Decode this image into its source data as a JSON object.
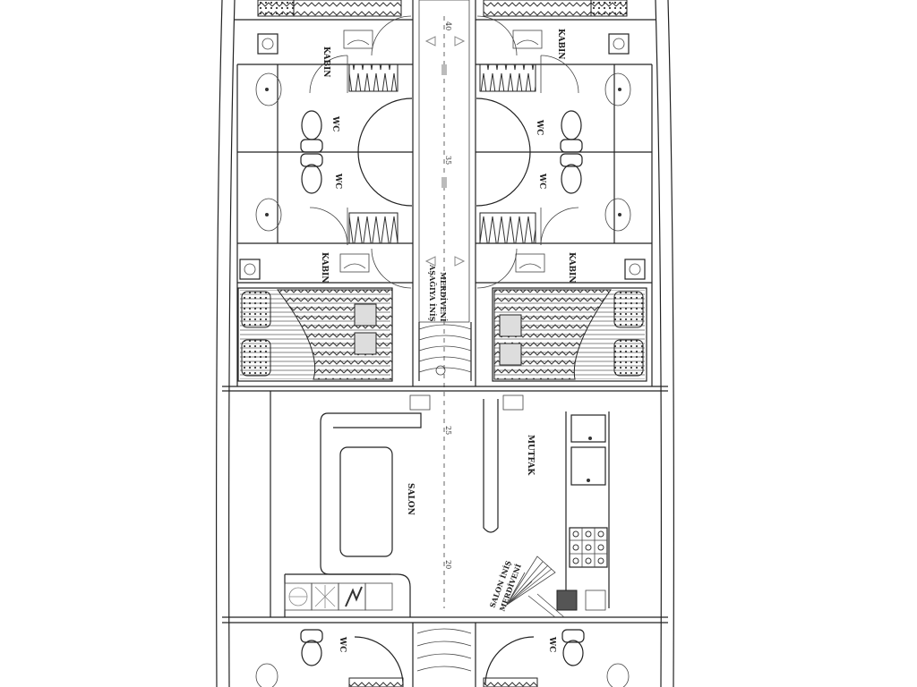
{
  "labels": {
    "kabin": "KABIN",
    "wc": "WC",
    "salon": "SALON",
    "mutfak": "MUTFAK",
    "stair_down_line1": "AŞAĞIYA İNİŞ",
    "stair_down_line2": "MERDİVENİ",
    "salon_stair_line1": "SALON İNİŞ",
    "salon_stair_line2": "MERDİVENİ"
  },
  "marks": {
    "m40": "40",
    "m35": "35",
    "m25": "25",
    "m20": "20"
  }
}
